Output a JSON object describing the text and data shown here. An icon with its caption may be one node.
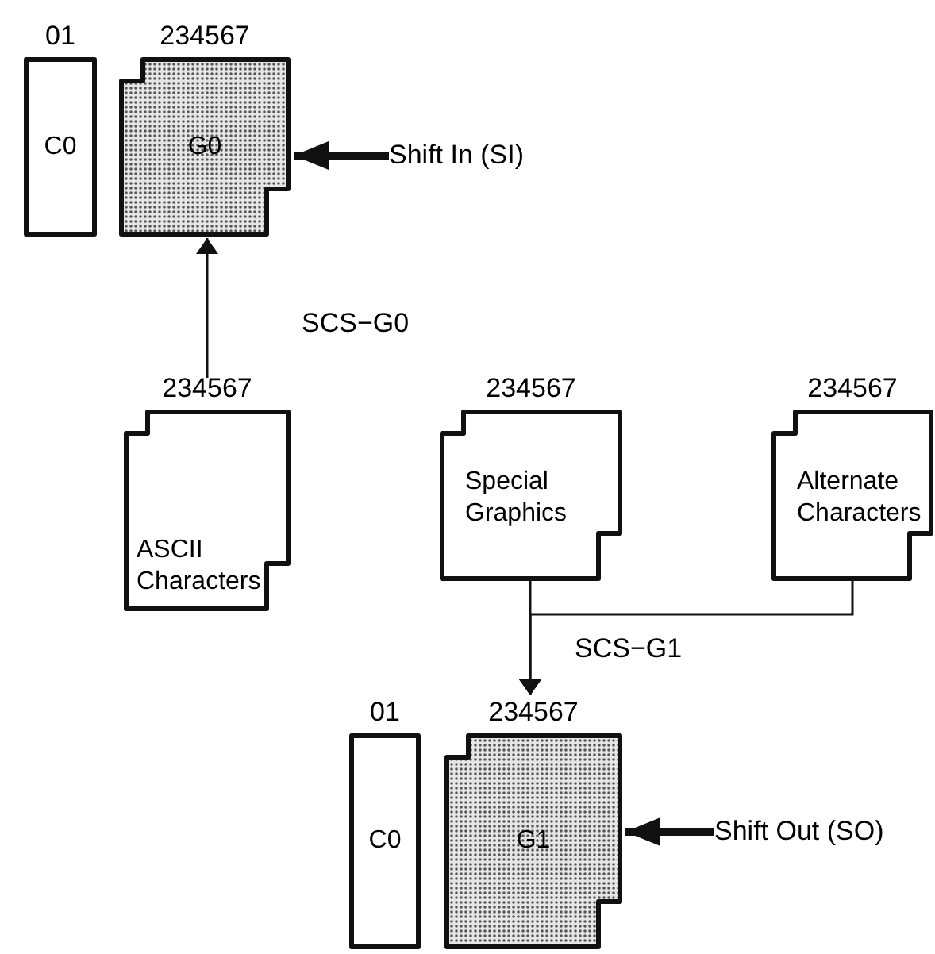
{
  "diagram": {
    "nodes": [
      {
        "text": [
          "01",
          "C0"
        ]
      },
      {
        "text": [
          "234567",
          "G0"
        ]
      },
      {
        "text": [
          "Shift In (SI)"
        ]
      },
      {
        "text": [
          "234567",
          "ASCII Characters"
        ]
      },
      {
        "text": [
          "234567",
          "Special Graphics"
        ]
      },
      {
        "text": [
          "234567",
          "Alternate Characters"
        ]
      },
      {
        "text": [
          "01",
          "C0"
        ]
      },
      {
        "text": [
          "234567",
          "G1"
        ]
      },
      {
        "text": [
          "Shift Out (SO)"
        ]
      }
    ],
    "edges": [
      {
        "from": 2,
        "to": 1,
        "arrow": "to",
        "style": "thick"
      },
      {
        "from": 3,
        "to": 1,
        "arrow": "to",
        "label": "SCS−G0"
      },
      {
        "from": 4,
        "to": 7,
        "arrow": "to",
        "label": "SCS−G1"
      },
      {
        "from": 5,
        "to": 7,
        "arrow": "to"
      },
      {
        "from": 8,
        "to": 7,
        "arrow": "to",
        "style": "thick"
      }
    ]
  }
}
